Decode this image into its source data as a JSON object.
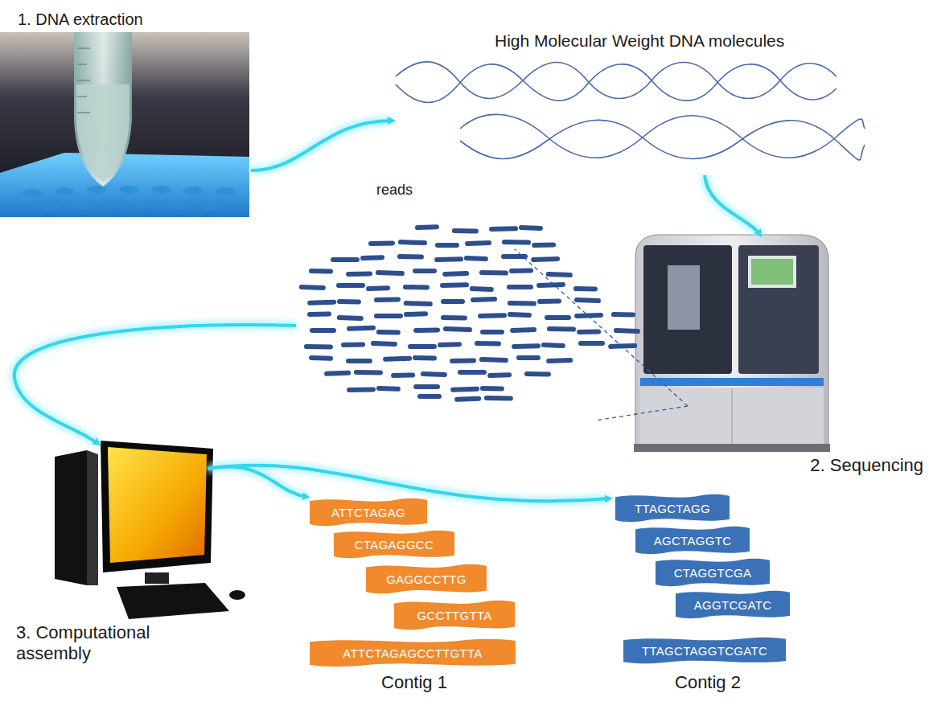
{
  "diagram": {
    "nodes": [
      {
        "text": [
          "ATTCTAGAG"
        ]
      },
      {
        "text": [
          "CTAGAGGCC"
        ]
      },
      {
        "text": [
          "GAGGCCTTG"
        ]
      },
      {
        "text": [
          "GCCTTGTTA"
        ]
      },
      {
        "text": [
          "ATTCTAGAGCCTTGTTA"
        ]
      },
      {
        "text": [
          "TTAGCTAGG"
        ]
      },
      {
        "text": [
          "AGCTAGGTC"
        ]
      },
      {
        "text": [
          "CTAGGTCGA"
        ]
      },
      {
        "text": [
          "AGGTCGATC"
        ]
      },
      {
        "text": [
          "TTAGCTAGGTCGATC"
        ]
      }
    ],
    "labels": [
      "1. DNA extraction",
      "High Molecular Weight DNA molecules",
      "reads",
      "2. Sequencing",
      "3. Computational assembly",
      "Contig 1",
      "Contig 2"
    ]
  }
}
